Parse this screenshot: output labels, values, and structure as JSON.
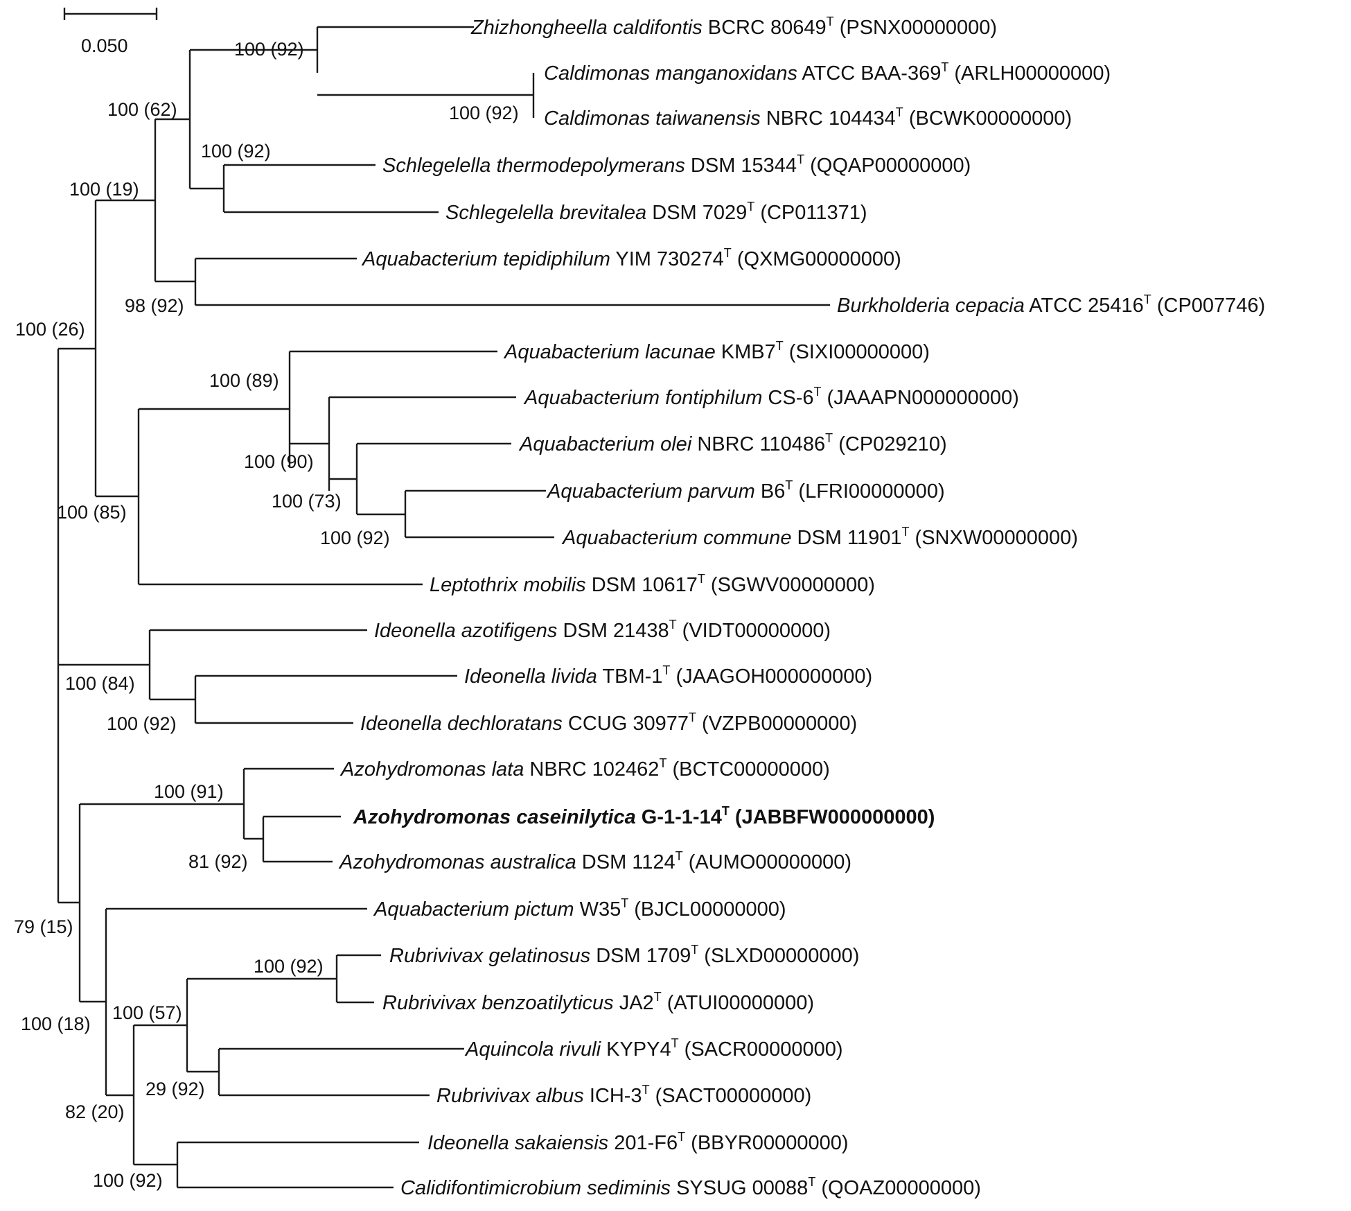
{
  "scale_bar": {
    "label": "0.050",
    "value": 0.05
  },
  "leaves": [
    {
      "id": "zhiz",
      "species": "Zhizhongheella caldifontis",
      "strain": "BCRC 80649",
      "type_mark": "T",
      "accession": "(PSNX00000000)"
    },
    {
      "id": "cman",
      "species": "Caldimonas manganoxidans",
      "strain": "ATCC BAA-369",
      "type_mark": "T",
      "accession": "(ARLH00000000)"
    },
    {
      "id": "ctai",
      "species": "Caldimonas taiwanensis",
      "strain": "NBRC 104434",
      "type_mark": "T",
      "accession": "(BCWK00000000)"
    },
    {
      "id": "sthe",
      "species": "Schlegelella thermodepolymerans",
      "strain": "DSM 15344",
      "type_mark": "T",
      "accession": "(QQAP00000000)"
    },
    {
      "id": "sbre",
      "species": "Schlegelella brevitalea",
      "strain": "DSM 7029",
      "type_mark": "T",
      "accession": "(CP011371)"
    },
    {
      "id": "atep",
      "species": "Aquabacterium tepidiphilum",
      "strain": "YIM 730274",
      "type_mark": "T",
      "accession": "(QXMG00000000)"
    },
    {
      "id": "bcep",
      "species": "Burkholderia cepacia",
      "strain": "ATCC 25416",
      "type_mark": "T",
      "accession": "(CP007746)"
    },
    {
      "id": "alac",
      "species": "Aquabacterium lacunae",
      "strain": "KMB7",
      "type_mark": "T",
      "accession": "(SIXI00000000)"
    },
    {
      "id": "afon",
      "species": "Aquabacterium fontiphilum",
      "strain": "CS-6",
      "type_mark": "T",
      "accession": "(JAAAPN000000000)"
    },
    {
      "id": "aole",
      "species": "Aquabacterium olei",
      "strain": "NBRC 110486",
      "type_mark": "T",
      "accession": "(CP029210)"
    },
    {
      "id": "apar",
      "species": "Aquabacterium parvum",
      "strain": "B6",
      "type_mark": "T",
      "accession": "(LFRI00000000)"
    },
    {
      "id": "acom",
      "species": "Aquabacterium commune",
      "strain": "DSM 11901",
      "type_mark": "T",
      "accession": "(SNXW00000000)"
    },
    {
      "id": "lmob",
      "species": "Leptothrix mobilis",
      "strain": "DSM 10617",
      "type_mark": "T",
      "accession": "(SGWV00000000)"
    },
    {
      "id": "iazo",
      "species": "Ideonella azotifigens",
      "strain": "DSM 21438",
      "type_mark": "T",
      "accession": "(VIDT00000000)"
    },
    {
      "id": "iliv",
      "species": "Ideonella livida",
      "strain": "TBM-1",
      "type_mark": "T",
      "accession": "(JAAGOH000000000)"
    },
    {
      "id": "idec",
      "species": "Ideonella dechloratans",
      "strain": "CCUG 30977",
      "type_mark": "T",
      "accession": "(VZPB00000000)"
    },
    {
      "id": "alat",
      "species": "Azohydromonas lata",
      "strain": "NBRC 102462",
      "type_mark": "T",
      "accession": "(BCTC00000000)"
    },
    {
      "id": "acas",
      "species": "Azohydromonas  caseinilytica",
      "strain": "G-1-1-14",
      "type_mark": "T",
      "accession": "(JABBFW000000000)",
      "bold": true
    },
    {
      "id": "aaus",
      "species": "Azohydromonas australica",
      "strain": "DSM 1124",
      "type_mark": "T",
      "accession": "(AUMO00000000)"
    },
    {
      "id": "apic",
      "species": "Aquabacterium pictum",
      "strain": "W35",
      "type_mark": "T",
      "accession": "(BJCL00000000)"
    },
    {
      "id": "rgel",
      "species": "Rubrivivax gelatinosus",
      "strain": "DSM 1709",
      "type_mark": "T",
      "accession": "(SLXD00000000)"
    },
    {
      "id": "rben",
      "species": "Rubrivivax benzoatilyticus",
      "strain": "JA2",
      "type_mark": "T",
      "accession": "(ATUI00000000)"
    },
    {
      "id": "ariv",
      "species": "Aquincola rivuli",
      "strain": "KYPY4",
      "type_mark": "T",
      "accession": "(SACR00000000)"
    },
    {
      "id": "ralb",
      "species": "Rubrivivax albus",
      "strain": "ICH-3",
      "type_mark": "T",
      "accession": "(SACT00000000)"
    },
    {
      "id": "isak",
      "species": "Ideonella sakaiensis",
      "strain": "201-F6",
      "type_mark": "T",
      "accession": "(BBYR00000000)"
    },
    {
      "id": "csed",
      "species": "Calidifontimicrobium sediminis",
      "strain": "SYSUG 00088",
      "type_mark": "T",
      "accession": "(QOAZ00000000)"
    }
  ],
  "support_values": [
    {
      "id": "n_zc",
      "text": "100 (92)"
    },
    {
      "id": "n_cal",
      "text": "100 (92)"
    },
    {
      "id": "n_sch",
      "text": "100 (92)"
    },
    {
      "id": "n_top",
      "text": "100 (62)"
    },
    {
      "id": "n_ab",
      "text": "98 (92)"
    },
    {
      "id": "n_up",
      "text": "100 (19)"
    },
    {
      "id": "n_rootA",
      "text": "100 (26)"
    },
    {
      "id": "n_aq1",
      "text": "100 (89)"
    },
    {
      "id": "n_aq2",
      "text": "100 (90)"
    },
    {
      "id": "n_aq3",
      "text": "100 (73)"
    },
    {
      "id": "n_aq4",
      "text": "100 (92)"
    },
    {
      "id": "n_aq",
      "text": "100 (85)"
    },
    {
      "id": "n_ide",
      "text": "100 (84)"
    },
    {
      "id": "n_idl",
      "text": "100 (92)"
    },
    {
      "id": "n_azo",
      "text": "100 (91)"
    },
    {
      "id": "n_azc",
      "text": "81 (92)"
    },
    {
      "id": "n_root",
      "text": "79 (15)"
    },
    {
      "id": "n_low",
      "text": "100 (18)"
    },
    {
      "id": "n_rub",
      "text": "100 (92)"
    },
    {
      "id": "n_rb2",
      "text": "100 (57)"
    },
    {
      "id": "n_ar",
      "text": "29 (92)"
    },
    {
      "id": "n_rbc",
      "text": "82 (20)"
    },
    {
      "id": "n_isc",
      "text": "100 (92)"
    }
  ]
}
